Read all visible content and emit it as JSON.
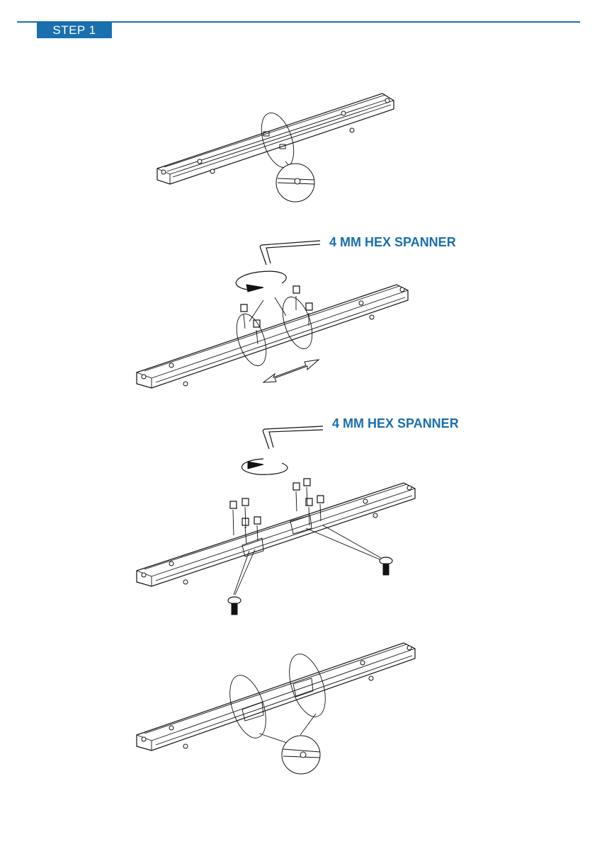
{
  "header": {
    "step_label": "STEP 1",
    "accent_color": "#1a6fae"
  },
  "panels": [
    {
      "id": "frame-closed",
      "icons": [
        "frame-icon",
        "zoom-callout-icon"
      ]
    },
    {
      "id": "loosen-screws",
      "tool_label": "4 MM HEX SPANNER",
      "icons": [
        "hex-key-icon",
        "rotate-arrow-icon",
        "screw-icon",
        "extend-arrow-icon",
        "frame-icon"
      ]
    },
    {
      "id": "fasten-screws",
      "tool_label": "4 MM HEX SPANNER",
      "icons": [
        "hex-key-icon",
        "rotate-arrow-icon",
        "screw-icon",
        "frame-icon"
      ]
    },
    {
      "id": "frame-extended",
      "icons": [
        "frame-icon",
        "zoom-callout-icon"
      ]
    }
  ]
}
